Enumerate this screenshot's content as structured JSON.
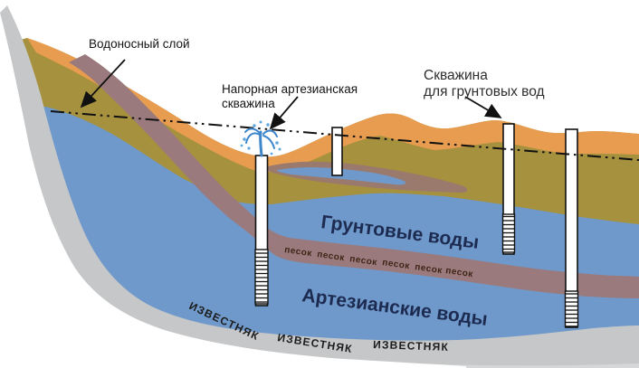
{
  "diagram": {
    "labels": {
      "aquifer_callout": "Водоносный слой",
      "artesian_well_callout_line1": "Напорная артезианская",
      "artesian_well_callout_line2": "скважина",
      "groundwater_well_callout_line1": "Скважина",
      "groundwater_well_callout_line2": "для грунтовых вод",
      "groundwater_zone": "Грунтовые воды",
      "artesian_zone": "Артезианские воды"
    },
    "sand_words": [
      "песок",
      "песок",
      "песок",
      "песок",
      "песок",
      "песок"
    ],
    "limestone_labels": [
      "ИЗВЕСТНЯК",
      "ИЗВЕСТНЯК",
      "ИЗВЕСТНЯК"
    ],
    "colors": {
      "topsoil_orange": "#E79C4F",
      "subsoil_olive": "#A6913E",
      "water_blue": "#6F99CB",
      "sand_band_brown": "#A07C74",
      "diagonal_band_mauve": "#957786",
      "lens_brown": "#9B7A6E",
      "limestone_gray": "#C6C7C8",
      "zone_label_navy": "#1d2b50",
      "fountain_blue": "#3E86CC",
      "line_black": "#111111"
    }
  }
}
